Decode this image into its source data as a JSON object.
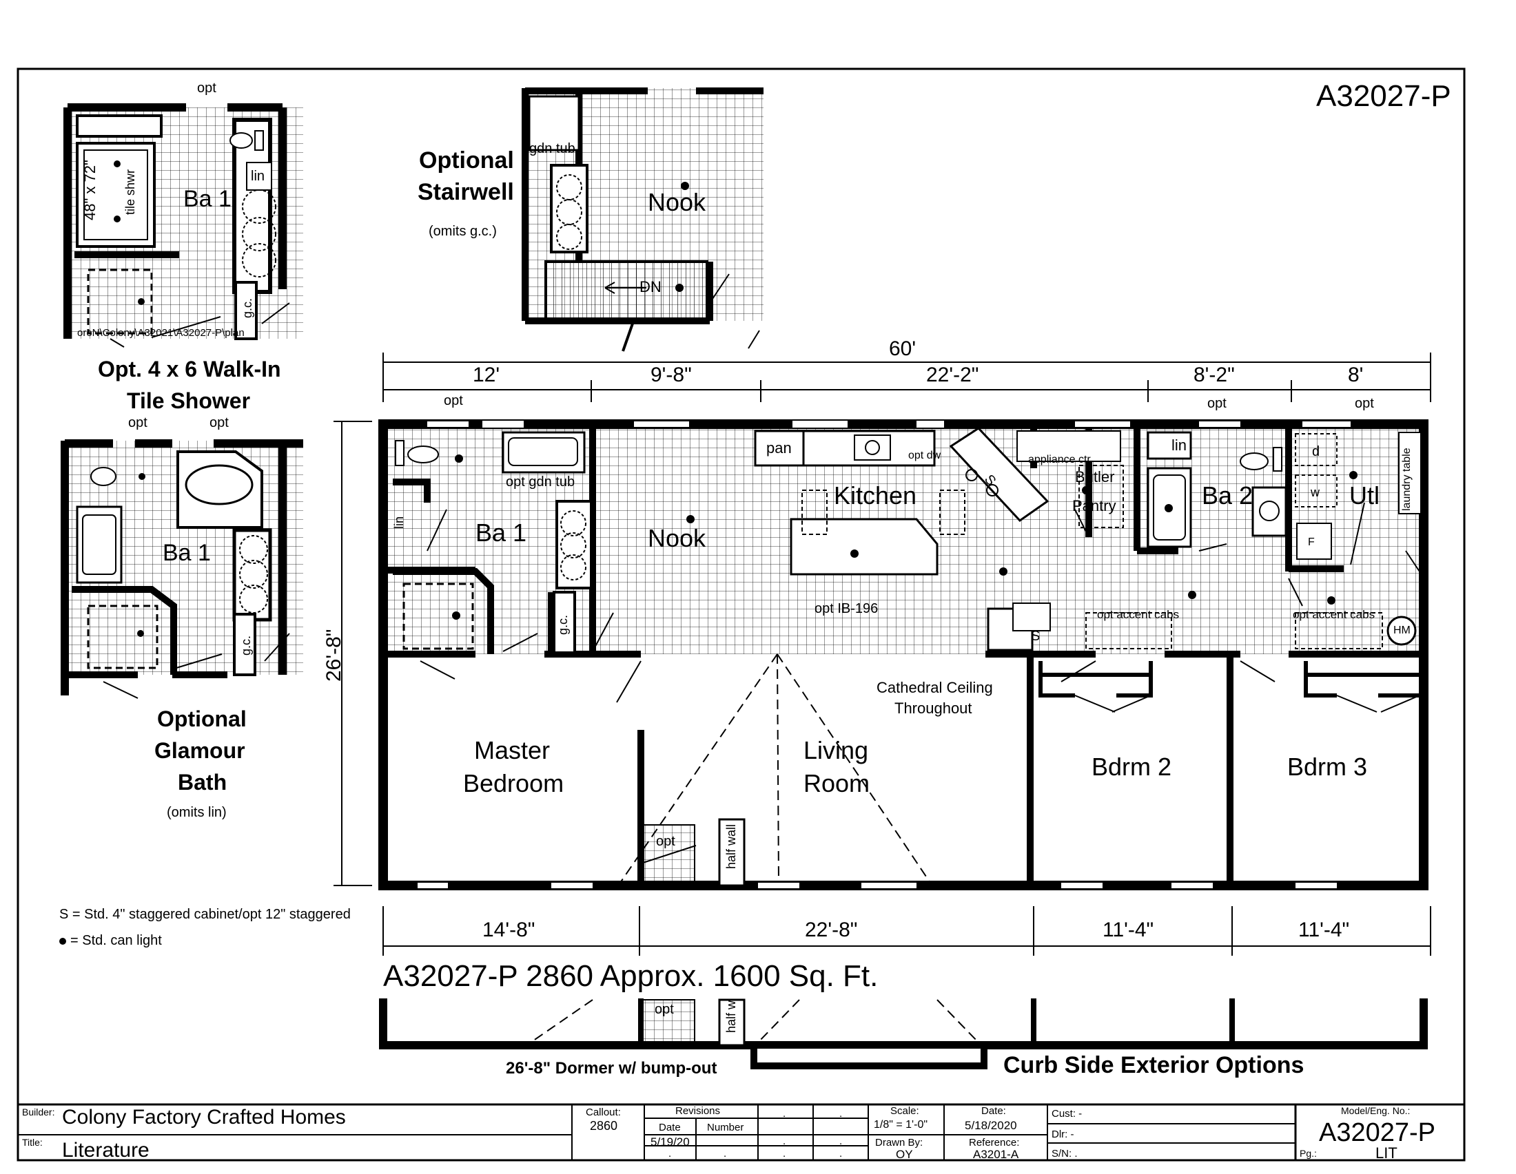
{
  "plan": {
    "model_code": "A32027-P",
    "summary_title": "A32027-P 2860  Approx. 1600 Sq. Ft."
  },
  "options": {
    "walkin_title_1": "Opt. 4 x 6 Walk-In",
    "walkin_title_2": "Tile Shower",
    "walkin_opt": "opt",
    "walkin_ba1": "Ba 1",
    "walkin_lin": "lin",
    "walkin_shower_size": "48\" x 72\"",
    "walkin_shower_type": "tile shwr",
    "walkin_gc": "g.c.",
    "walkin_path": "oroN\\Colony\\A32021\\A32027-P\\plan",
    "stair_title_1": "Optional",
    "stair_title_2": "Stairwell",
    "stair_note": "(omits g.c.)",
    "stair_nook": "Nook",
    "stair_tub": "gdn tub",
    "stair_dn": "DN",
    "glamour_title_1": "Optional",
    "glamour_title_2": "Glamour",
    "glamour_title_3": "Bath",
    "glamour_note": "(omits lin)",
    "glamour_opt_1": "opt",
    "glamour_opt_2": "opt",
    "glamour_ba1": "Ba 1",
    "glamour_gc": "g.c."
  },
  "dimensions": {
    "overall": "60'",
    "top": [
      "12'",
      "9'-8\"",
      "22'-2\"",
      "8'-2\"",
      "8'"
    ],
    "bottom": [
      "14'-8\"",
      "22'-8\"",
      "11'-4\"",
      "11'-4\""
    ],
    "depth": "26'-8\""
  },
  "rooms": {
    "ba1": "Ba 1",
    "nook": "Nook",
    "kitchen": "Kitchen",
    "butler_1": "Butler",
    "butler_2": "Pantry",
    "ba2": "Ba 2",
    "utl": "Utl",
    "master_1": "Master",
    "master_2": "Bedroom",
    "living_1": "Living",
    "living_2": "Room",
    "bdrm2": "Bdrm 2",
    "bdrm3": "Bdrm 3"
  },
  "labels": {
    "opt_a": "opt",
    "opt_b": "opt",
    "opt_c": "opt",
    "opt_gdn_tub": "opt gdn tub",
    "lin_left": "lin",
    "gc": "g.c.",
    "pan": "pan",
    "opt_dw": "opt dw",
    "appliance": "appliance ctr",
    "lin_ba2": "lin",
    "laundry": "laundry table",
    "d": "d",
    "w": "w",
    "f": "F",
    "s1": "S",
    "s2": "S",
    "opt_ib": "opt IB-196",
    "accent_1": "opt accent cabs",
    "accent_2": "opt accent cabs",
    "hm": "HM",
    "cathedral_1": "Cathedral Ceiling",
    "cathedral_2": "Throughout",
    "opt_stair": "opt",
    "half_wall": "half wall"
  },
  "legend": {
    "s_line": "S = Std. 4\" staggered cabinet/opt 12\" staggered",
    "light_line": "= Std. can light"
  },
  "exterior": {
    "dormer": "26'-8\" Dormer w/ bump-out",
    "curb": "Curb Side Exterior Options",
    "opt": "opt",
    "half": "half w"
  },
  "title_block": {
    "builder_label": "Builder:",
    "builder": "Colony Factory Crafted Homes",
    "title_label": "Title:",
    "title": "Literature",
    "callout_label": "Callout:",
    "callout": "2860",
    "revisions_label": "Revisions",
    "date_col": "Date",
    "number_col": "Number",
    "rev_date": "5/19/20",
    "dot": ".",
    "scale_label": "Scale:",
    "scale": "1/8\" = 1'-0\"",
    "date_label": "Date:",
    "date": "5/18/2020",
    "drawn_label": "Drawn By:",
    "drawn": "OY",
    "reference_label": "Reference:",
    "reference": "A3201-A",
    "cust": "Cust: -",
    "dlr": "Dlr:   -",
    "sn": "S/N:   .",
    "model_label": "Model/Eng. No.:",
    "model": "A32027-P",
    "pg_label": "Pg.:",
    "pg": "LIT"
  }
}
